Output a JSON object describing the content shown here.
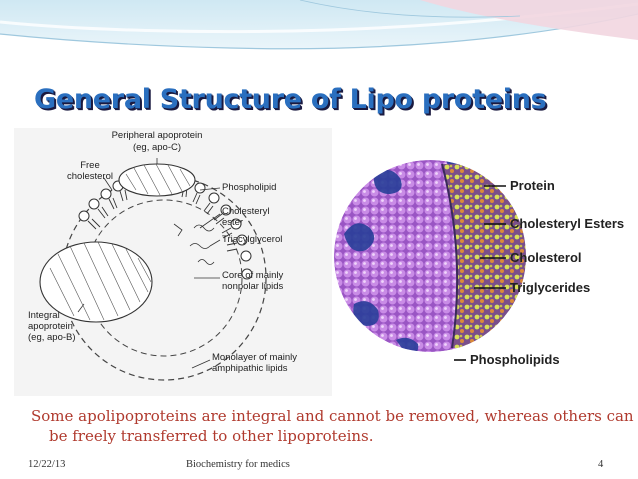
{
  "slide": {
    "title": "General Structure of Lipo proteins",
    "caption": "Some apolipoproteins are integral and cannot be removed, whereas others can be freely transferred to other lipoproteins.",
    "footer": {
      "date": "12/22/13",
      "center": "Biochemistry for medics",
      "page": "4"
    }
  },
  "left_diagram": {
    "labels": {
      "peripheral": "Peripheral apoprotein",
      "peripheral_eg": "(eg, apo-C)",
      "free": "Free",
      "cholesterol": "cholesterol",
      "phospholipid": "Phospholipid",
      "cholesteryl": "Cholesteryl",
      "ester": "ester",
      "triacylglycerol": "Triacylglycerol",
      "core_1": "Core of mainly",
      "core_2": "nonpolar lipids",
      "integral_1": "Integral",
      "integral_2": "apoprotein",
      "integral_eg": "(eg, apo-B)",
      "mono_1": "Monolayer of mainly",
      "mono_2": "amphipathic lipids"
    }
  },
  "right_diagram": {
    "labels": [
      "Protein",
      "Cholesteryl  Esters",
      "Cholesterol",
      "Triglycerides",
      "Phospholipids"
    ],
    "colors": {
      "phospholipid": "#b36ad6",
      "protein": "#2b3f9a",
      "core_yellow": "#d8e05a",
      "core_orange": "#d98a3a"
    }
  }
}
